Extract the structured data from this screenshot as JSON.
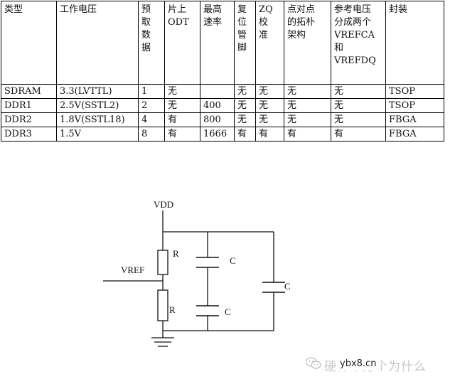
{
  "table": {
    "headers": [
      [
        "类型"
      ],
      [
        "工作电压"
      ],
      [
        "预",
        "取",
        "数",
        "据"
      ],
      [
        "片上",
        "ODT"
      ],
      [
        "最高",
        "速率"
      ],
      [
        "复",
        "位",
        "管",
        "脚"
      ],
      [
        "ZQ",
        "校",
        "准"
      ],
      [
        "点对点",
        "的拓朴",
        "架构"
      ],
      [
        "参考电压",
        "分成两个",
        "VREFCA",
        "和",
        "VREFDQ"
      ],
      [
        "封装"
      ]
    ],
    "rows": [
      [
        "SDRAM",
        "3.3(LVTTL)",
        "1",
        "无",
        "",
        "无",
        "无",
        "无",
        "无",
        "TSOP"
      ],
      [
        "DDR1",
        "2.5V(SSTL2)",
        "2",
        "无",
        "400",
        "无",
        "无",
        "无",
        "无",
        "TSOP"
      ],
      [
        "DDR2",
        "1.8V(SSTL18)",
        "4",
        "有",
        "800",
        "无",
        "无",
        "无",
        "无",
        "FBGA"
      ],
      [
        "DDR3",
        "1.5V",
        "8",
        "有",
        "1666",
        "有",
        "有",
        "有",
        "有",
        "FBGA"
      ]
    ]
  },
  "circuit": {
    "vdd_label": "VDD",
    "vref_label": "VREF",
    "resistor_top_label": "R",
    "resistor_bottom_label": "R",
    "cap_top_label": "C",
    "cap_bottom_label": "C",
    "cap_right_label": "C"
  },
  "watermark": {
    "text": "硬件十万个为什么",
    "site": "ybx8.cn"
  }
}
